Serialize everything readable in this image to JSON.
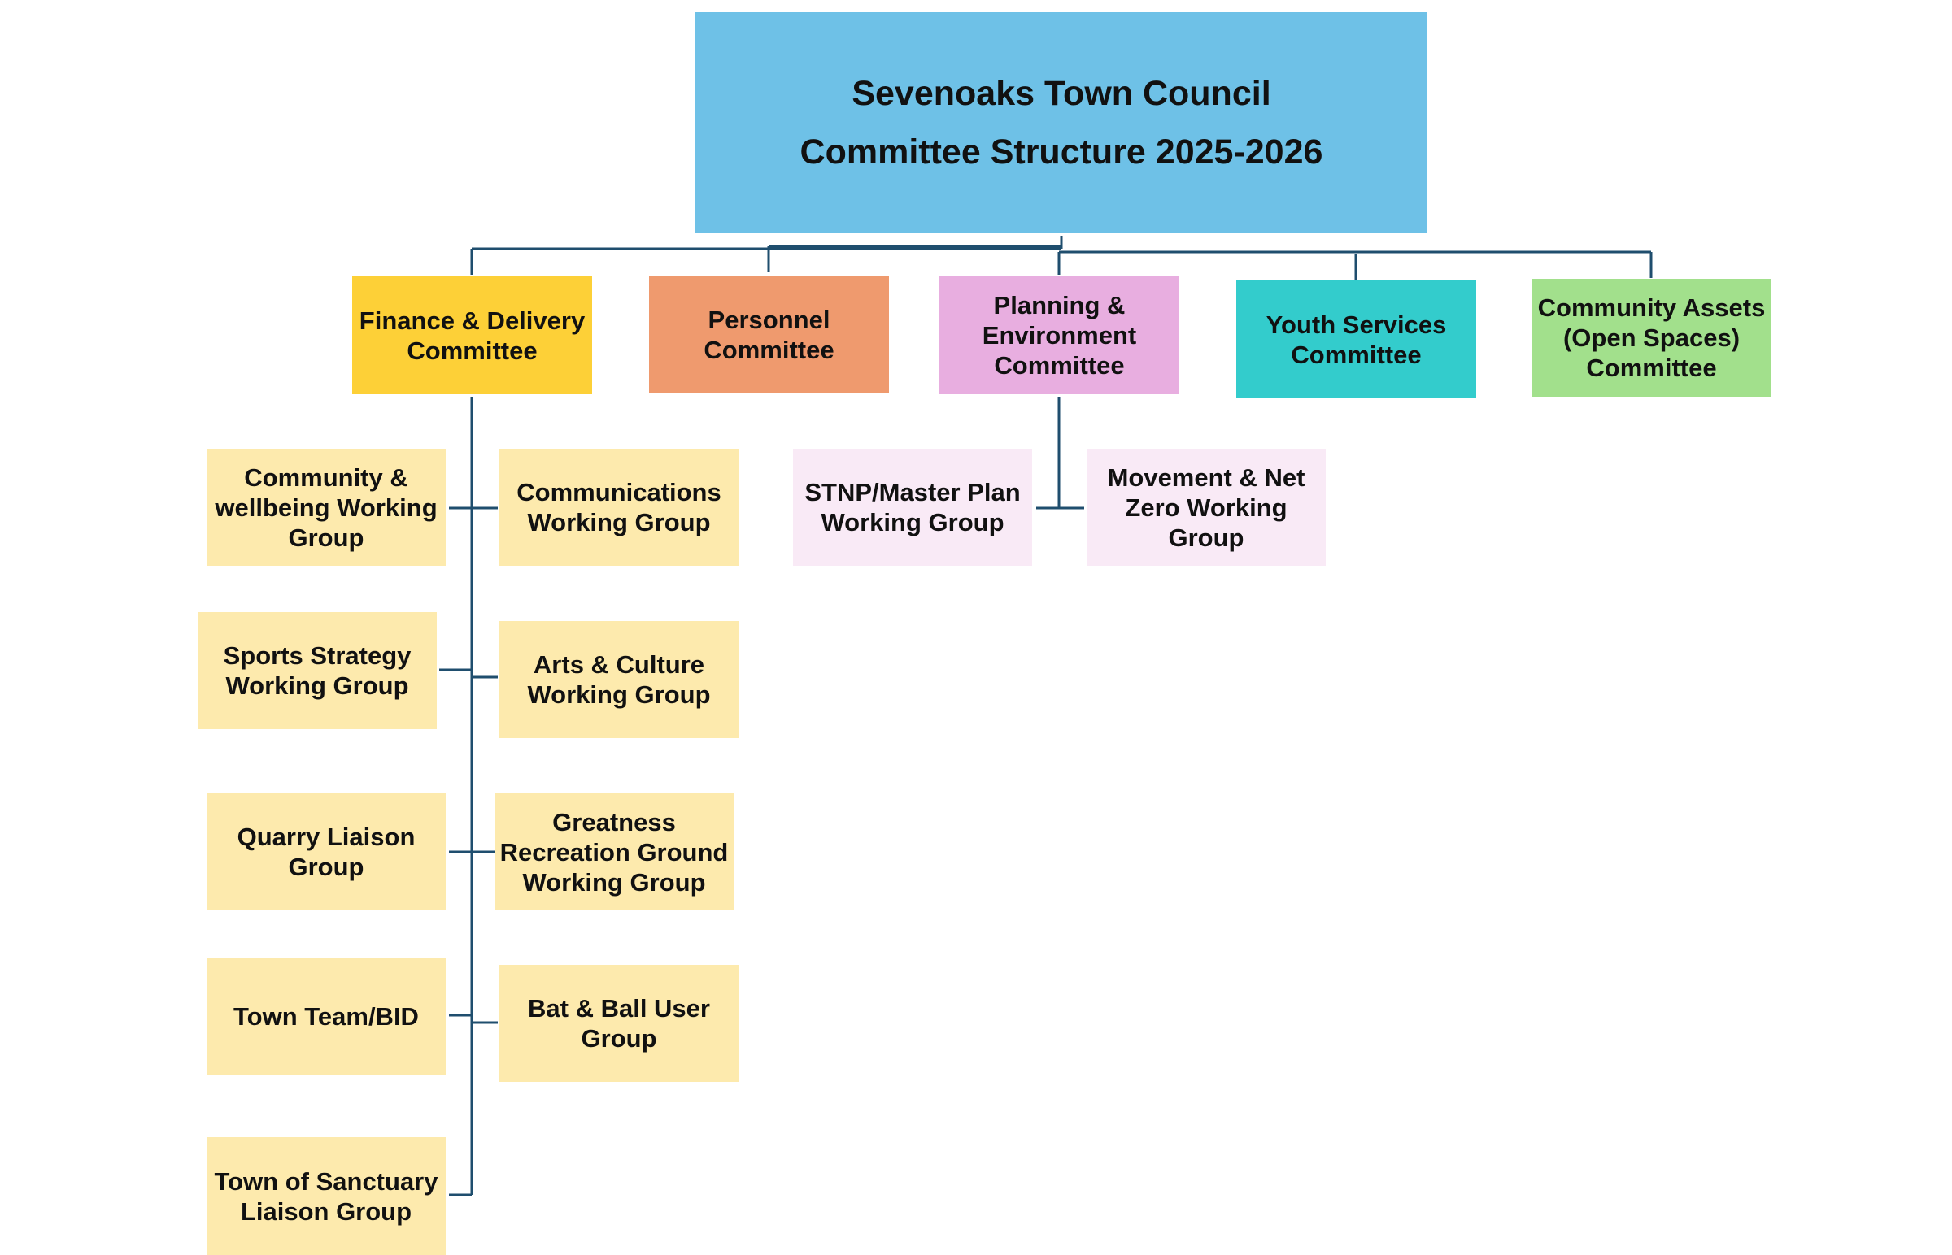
{
  "title": {
    "line1": "Sevenoaks Town Council",
    "line2": "Committee Structure 2025-2026"
  },
  "colors": {
    "title": "#6ec1e7",
    "finance": "#fdd037",
    "personnel": "#ef9a6e",
    "planning": "#e8aee0",
    "youth": "#33cccc",
    "assets": "#a2e08c",
    "working_group": "#fdeaad",
    "planning_group": "#f9eaf6",
    "connector": "#1f4e6e"
  },
  "committees": [
    {
      "label": "Finance & Delivery Committee"
    },
    {
      "label": "Personnel Committee"
    },
    {
      "label": "Planning & Environment Committee"
    },
    {
      "label": "Youth Services Committee"
    },
    {
      "label": "Community Assets (Open Spaces) Committee"
    }
  ],
  "finance_groups_left": [
    {
      "label": "Community & wellbeing Working Group"
    },
    {
      "label": "Sports Strategy Working Group"
    },
    {
      "label": "Quarry Liaison Group"
    },
    {
      "label": "Town Team/BID"
    },
    {
      "label": "Town of Sanctuary Liaison Group"
    }
  ],
  "finance_groups_right": [
    {
      "label": "Communications Working Group"
    },
    {
      "label": "Arts & Culture Working Group"
    },
    {
      "label": "Greatness Recreation Ground Working Group"
    },
    {
      "label": "Bat & Ball User Group"
    }
  ],
  "planning_groups": [
    {
      "label": "STNP/Master Plan Working Group"
    },
    {
      "label": "Movement & Net Zero Working Group"
    }
  ]
}
